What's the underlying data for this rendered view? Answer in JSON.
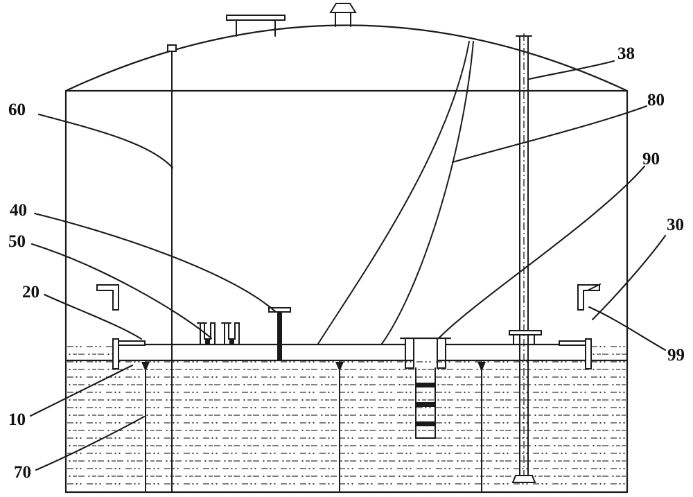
{
  "diagram": {
    "colors": {
      "background": "#ffffff",
      "line": "#1a1a1a"
    },
    "labels": [
      {
        "ref": "60",
        "text": "60"
      },
      {
        "ref": "40",
        "text": "40"
      },
      {
        "ref": "50",
        "text": "50"
      },
      {
        "ref": "20",
        "text": "20"
      },
      {
        "ref": "10",
        "text": "10"
      },
      {
        "ref": "70",
        "text": "70"
      },
      {
        "ref": "38",
        "text": "38"
      },
      {
        "ref": "80",
        "text": "80"
      },
      {
        "ref": "90",
        "text": "90"
      },
      {
        "ref": "30",
        "text": "30"
      },
      {
        "ref": "99",
        "text": "99"
      }
    ]
  }
}
